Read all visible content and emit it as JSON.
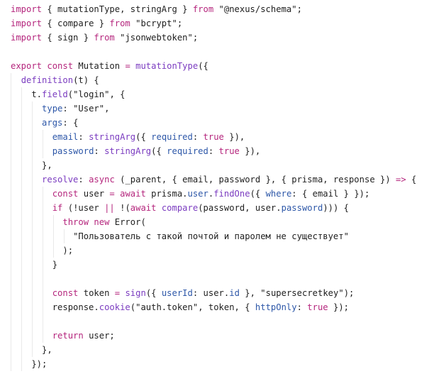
{
  "code": {
    "lines": [
      [
        [
          "kw",
          "import"
        ],
        [
          "plain",
          " { mutationType, stringArg } "
        ],
        [
          "kw",
          "from"
        ],
        [
          "str",
          " \"@nexus/schema\";"
        ]
      ],
      [
        [
          "kw",
          "import"
        ],
        [
          "plain",
          " { compare } "
        ],
        [
          "kw",
          "from"
        ],
        [
          "str",
          " \"bcrypt\";"
        ]
      ],
      [
        [
          "kw",
          "import"
        ],
        [
          "plain",
          " { sign } "
        ],
        [
          "kw",
          "from"
        ],
        [
          "str",
          " \"jsonwebtoken\";"
        ]
      ],
      [],
      [
        [
          "kw",
          "export"
        ],
        [
          "plain",
          " "
        ],
        [
          "kw",
          "const"
        ],
        [
          "plain",
          " Mutation "
        ],
        [
          "op",
          "="
        ],
        [
          "plain",
          " "
        ],
        [
          "fn",
          "mutationType"
        ],
        [
          "plain",
          "({"
        ]
      ],
      [
        [
          "plain",
          "  "
        ],
        [
          "fn",
          "definition"
        ],
        [
          "plain",
          "(t) {"
        ]
      ],
      [
        [
          "plain",
          "    t."
        ],
        [
          "fn",
          "field"
        ],
        [
          "plain",
          "("
        ],
        [
          "str",
          "\"login\""
        ],
        [
          "plain",
          ", {"
        ]
      ],
      [
        [
          "plain",
          "      "
        ],
        [
          "prop",
          "type"
        ],
        [
          "plain",
          ": "
        ],
        [
          "str",
          "\"User\""
        ],
        [
          "plain",
          ","
        ]
      ],
      [
        [
          "plain",
          "      "
        ],
        [
          "prop",
          "args"
        ],
        [
          "plain",
          ": {"
        ]
      ],
      [
        [
          "plain",
          "        "
        ],
        [
          "prop",
          "email"
        ],
        [
          "plain",
          ": "
        ],
        [
          "fn",
          "stringArg"
        ],
        [
          "plain",
          "({ "
        ],
        [
          "prop",
          "required"
        ],
        [
          "plain",
          ": "
        ],
        [
          "kw",
          "true"
        ],
        [
          "plain",
          " }),"
        ]
      ],
      [
        [
          "plain",
          "        "
        ],
        [
          "prop",
          "password"
        ],
        [
          "plain",
          ": "
        ],
        [
          "fn",
          "stringArg"
        ],
        [
          "plain",
          "({ "
        ],
        [
          "prop",
          "required"
        ],
        [
          "plain",
          ": "
        ],
        [
          "kw",
          "true"
        ],
        [
          "plain",
          " }),"
        ]
      ],
      [
        [
          "plain",
          "      },"
        ]
      ],
      [
        [
          "plain",
          "      "
        ],
        [
          "fn",
          "resolve"
        ],
        [
          "plain",
          ": "
        ],
        [
          "kw",
          "async"
        ],
        [
          "plain",
          " (_parent, { email, password }, { prisma, response }) "
        ],
        [
          "op",
          "=>"
        ],
        [
          "plain",
          " {"
        ]
      ],
      [
        [
          "plain",
          "        "
        ],
        [
          "kw",
          "const"
        ],
        [
          "plain",
          " user "
        ],
        [
          "op",
          "="
        ],
        [
          "plain",
          " "
        ],
        [
          "kw",
          "await"
        ],
        [
          "plain",
          " prisma."
        ],
        [
          "prop",
          "user"
        ],
        [
          "plain",
          "."
        ],
        [
          "fn",
          "findOne"
        ],
        [
          "plain",
          "({ "
        ],
        [
          "prop",
          "where"
        ],
        [
          "plain",
          ": { email } });"
        ]
      ],
      [
        [
          "plain",
          "        "
        ],
        [
          "kw",
          "if"
        ],
        [
          "plain",
          " (!user "
        ],
        [
          "op",
          "||"
        ],
        [
          "plain",
          " !("
        ],
        [
          "kw",
          "await"
        ],
        [
          "plain",
          " "
        ],
        [
          "fn",
          "compare"
        ],
        [
          "plain",
          "(password, user."
        ],
        [
          "prop",
          "password"
        ],
        [
          "plain",
          "))) {"
        ]
      ],
      [
        [
          "plain",
          "          "
        ],
        [
          "kw",
          "throw"
        ],
        [
          "plain",
          " "
        ],
        [
          "kw",
          "new"
        ],
        [
          "plain",
          " Error("
        ]
      ],
      [
        [
          "plain",
          "            "
        ],
        [
          "str",
          "\"Пользователь с такой почтой и паролем не существует\""
        ]
      ],
      [
        [
          "plain",
          "          );"
        ]
      ],
      [
        [
          "plain",
          "        }"
        ]
      ],
      [],
      [
        [
          "plain",
          "        "
        ],
        [
          "kw",
          "const"
        ],
        [
          "plain",
          " token "
        ],
        [
          "op",
          "="
        ],
        [
          "plain",
          " "
        ],
        [
          "fn",
          "sign"
        ],
        [
          "plain",
          "({ "
        ],
        [
          "prop",
          "userId"
        ],
        [
          "plain",
          ": user."
        ],
        [
          "prop",
          "id"
        ],
        [
          "plain",
          " }, "
        ],
        [
          "str",
          "\"supersecretkey\""
        ],
        [
          "plain",
          ");"
        ]
      ],
      [
        [
          "plain",
          "        response."
        ],
        [
          "fn",
          "cookie"
        ],
        [
          "plain",
          "("
        ],
        [
          "str",
          "\"auth.token\""
        ],
        [
          "plain",
          ", token, { "
        ],
        [
          "prop",
          "httpOnly"
        ],
        [
          "plain",
          ": "
        ],
        [
          "kw",
          "true"
        ],
        [
          "plain",
          " });"
        ]
      ],
      [],
      [
        [
          "plain",
          "        "
        ],
        [
          "kw",
          "return"
        ],
        [
          "plain",
          " user;"
        ]
      ],
      [
        [
          "plain",
          "      },"
        ]
      ],
      [
        [
          "plain",
          "    });"
        ]
      ]
    ]
  }
}
